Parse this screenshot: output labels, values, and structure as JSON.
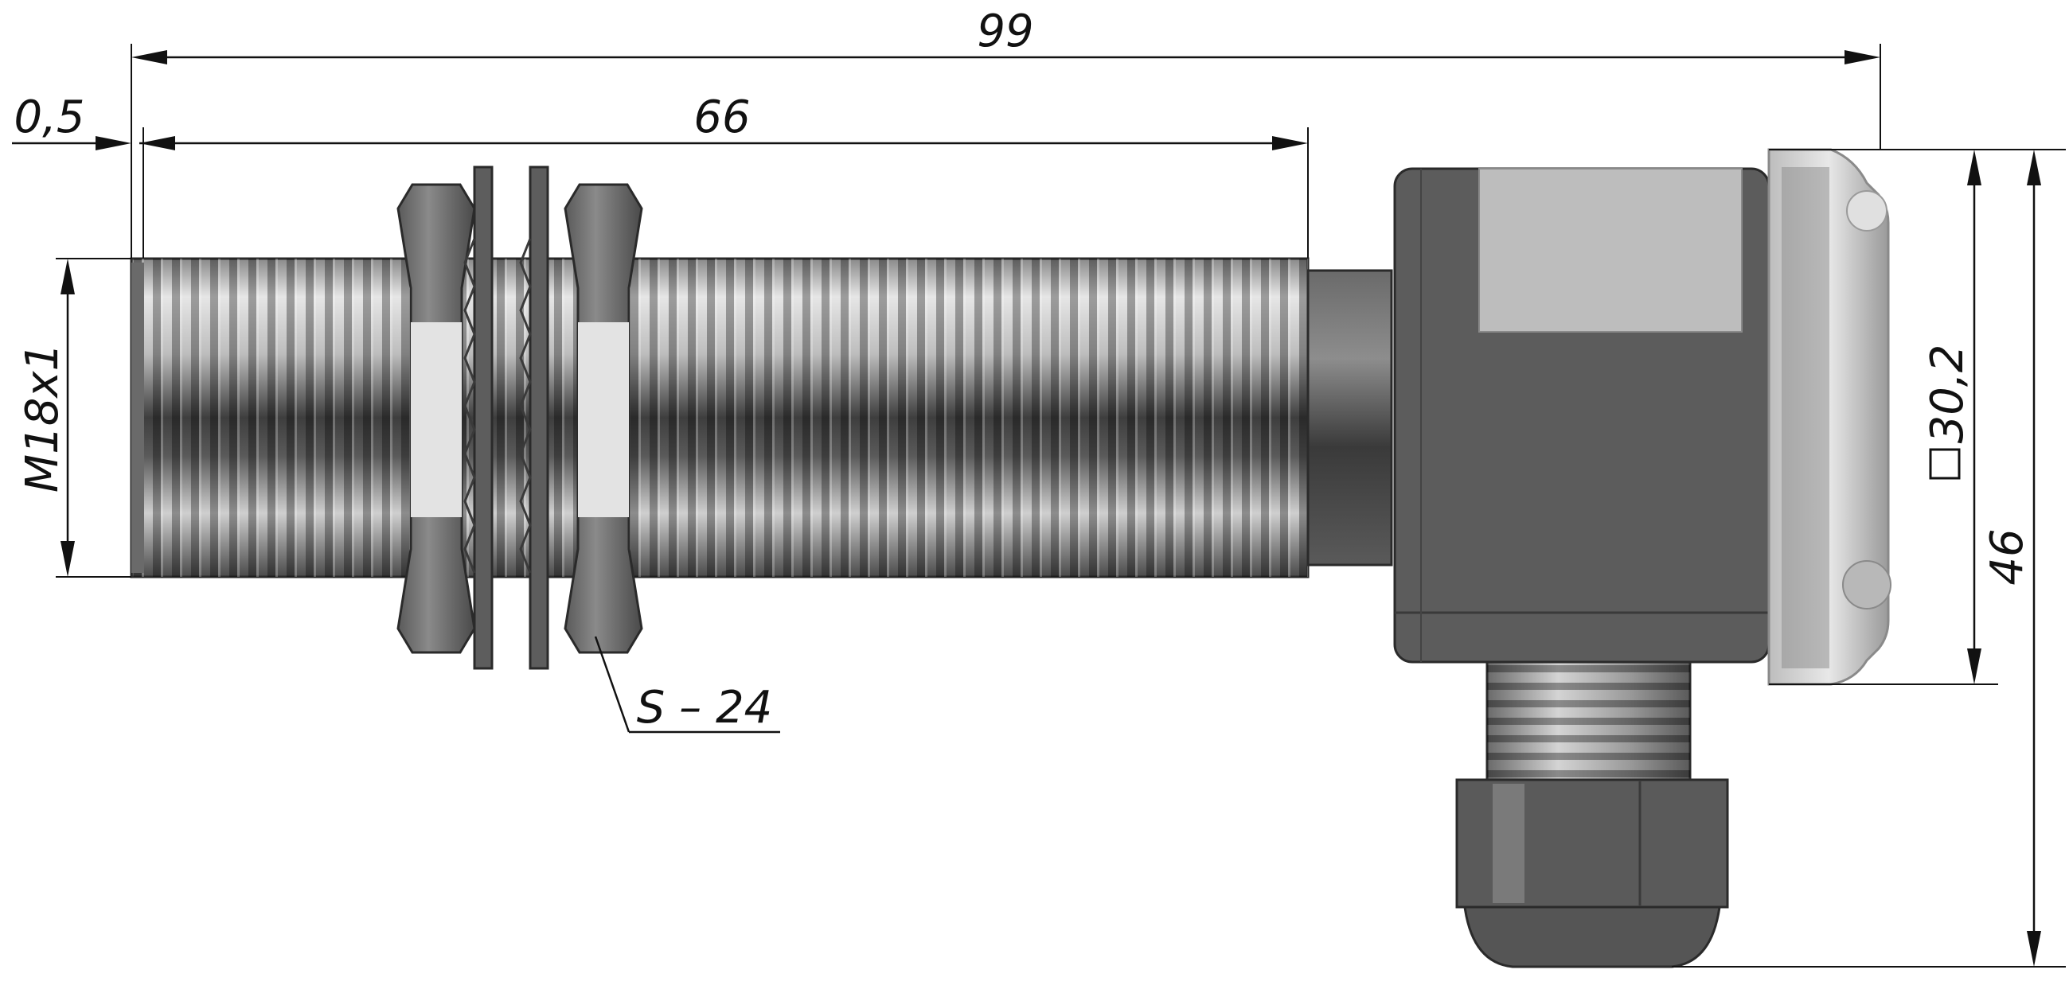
{
  "dimensions": {
    "overall_length": "99",
    "thread_length": "66",
    "face_offset": "0,5",
    "thread_size": "M18x1",
    "housing_square": "30,2",
    "housing_height": "46",
    "nut_wrench": "S – 24"
  },
  "colors": {
    "body_dark": "#5a5a5a",
    "thread_light": "#d8d8d8",
    "housing": "#5c5c5c",
    "cap_light": "#cfcfcf"
  }
}
